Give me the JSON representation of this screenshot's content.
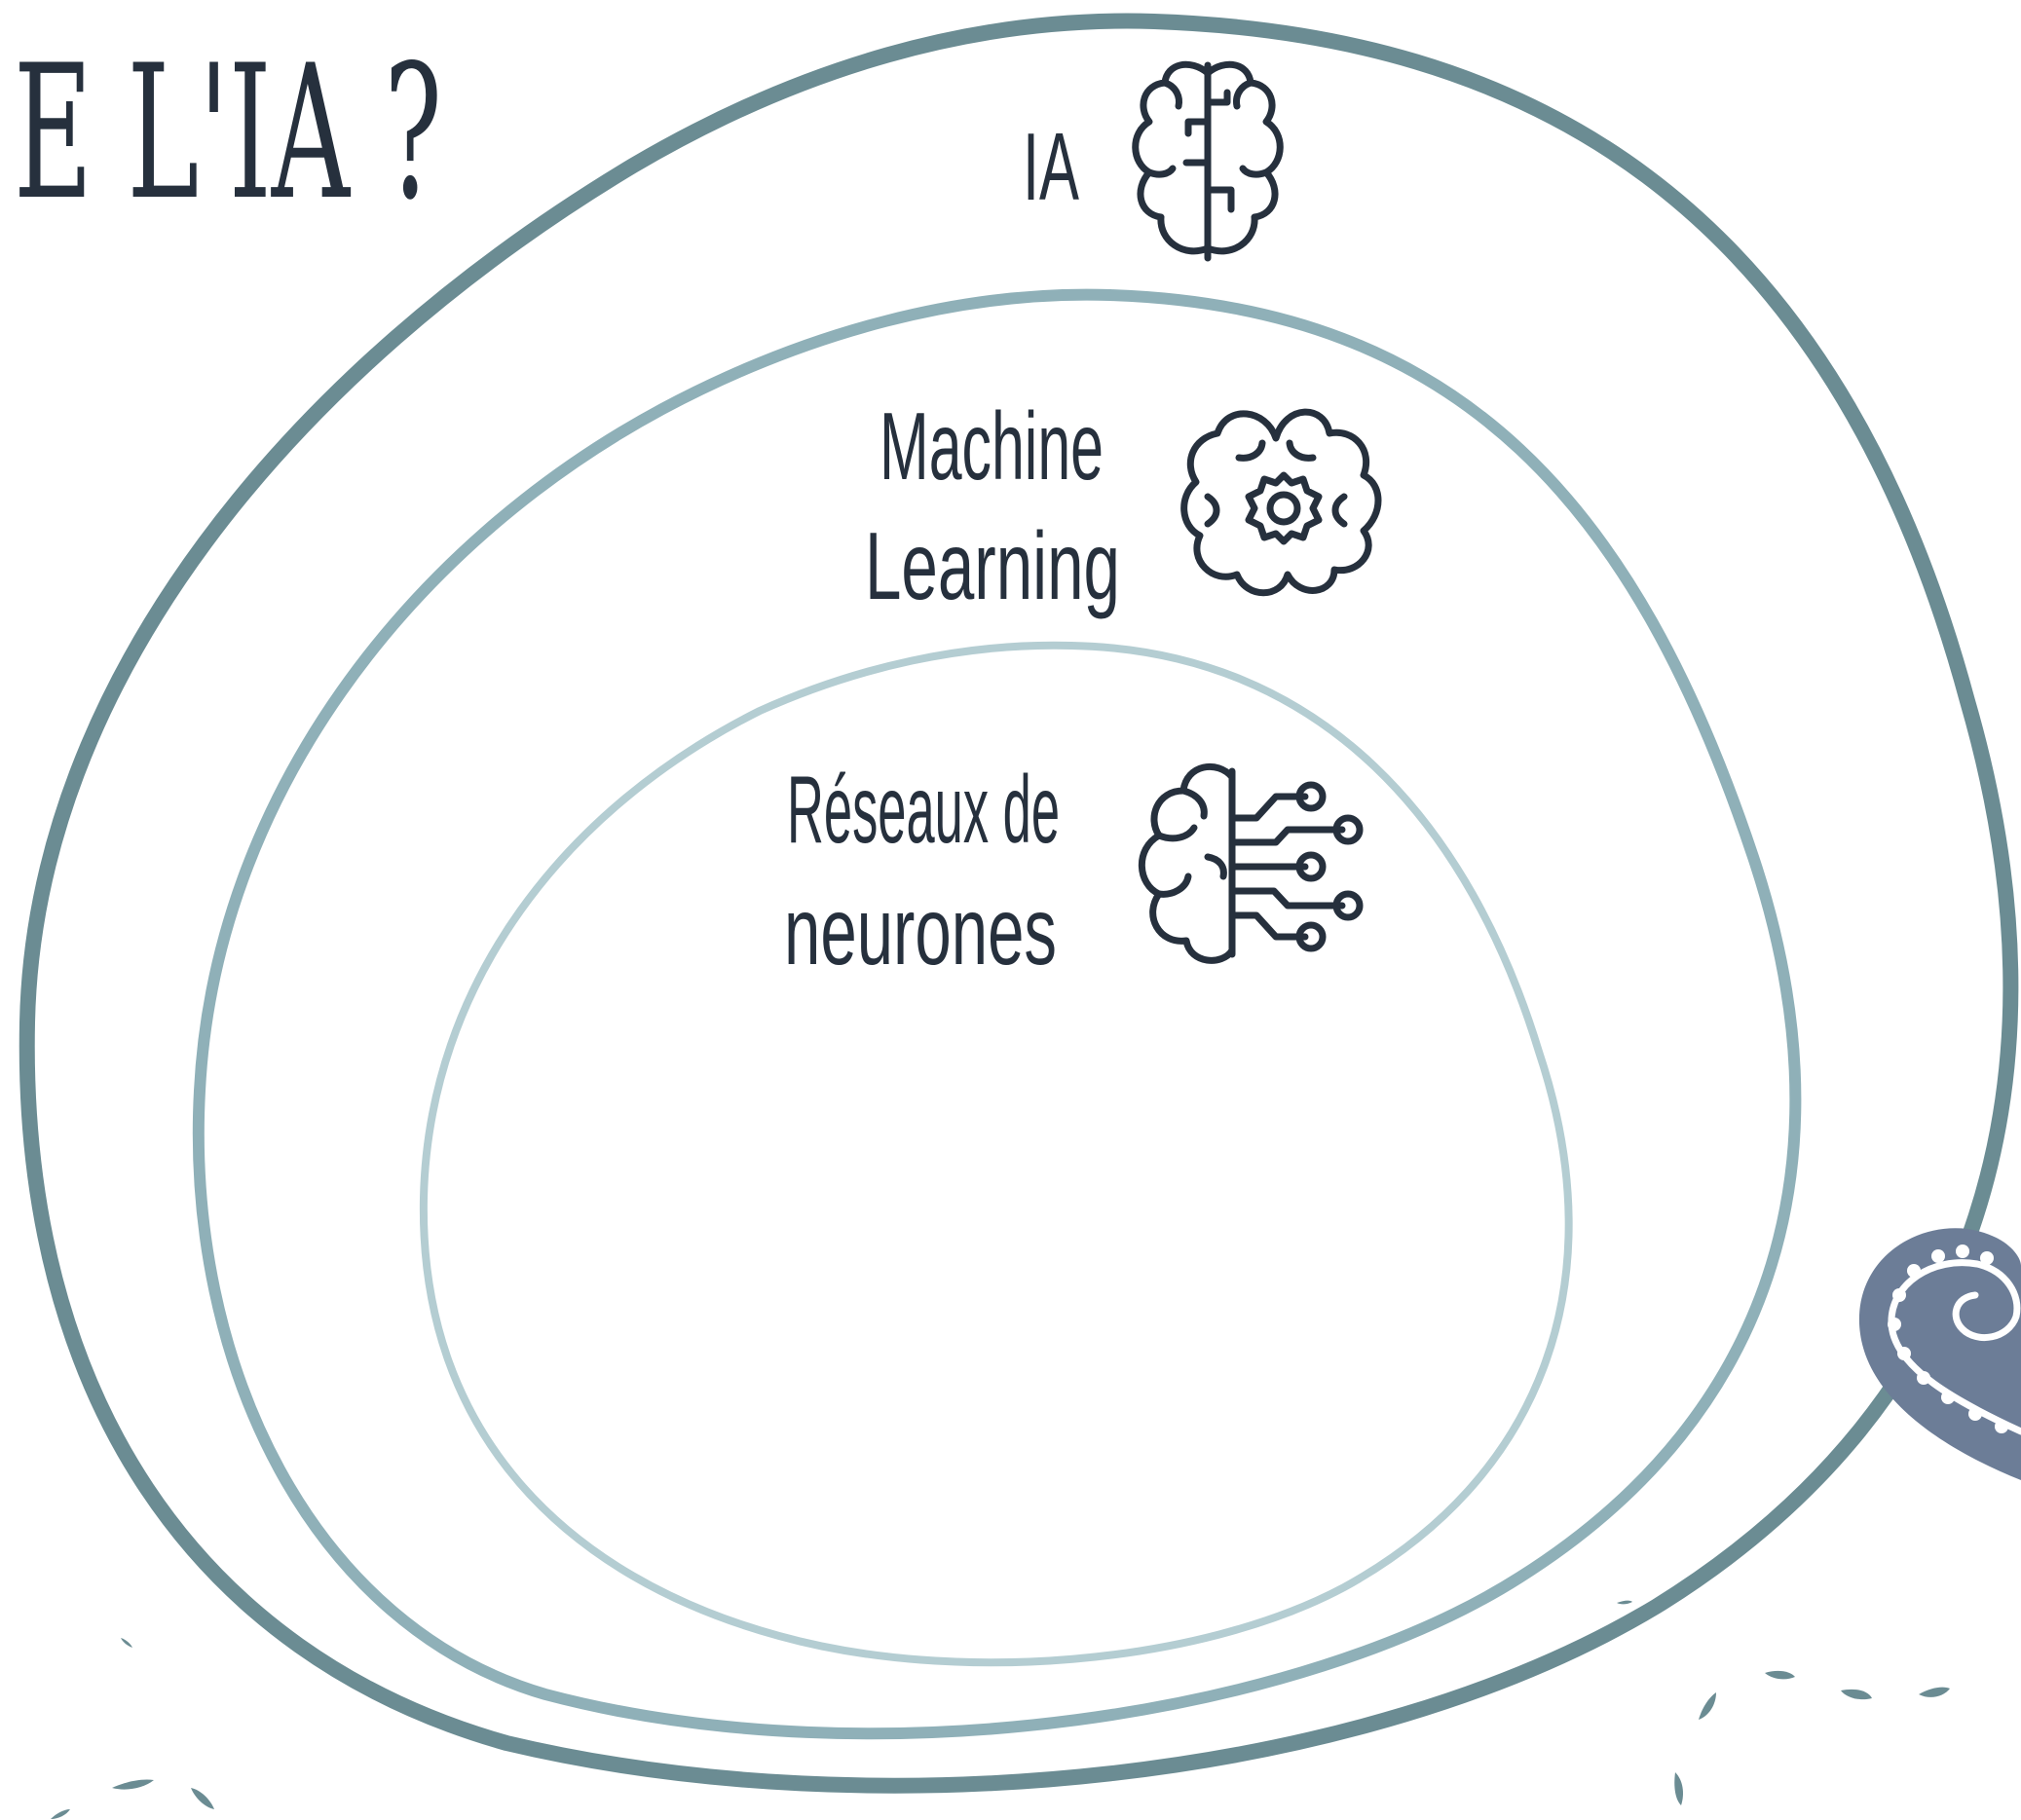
{
  "title": "E L'IA ?",
  "colors": {
    "outer_ring": "#6b8c93",
    "middle_ring": "#8fb0b8",
    "inner_ring": "#b4cdd2",
    "text": "#26303d",
    "tentacle": "#6c7d97"
  },
  "sets": [
    {
      "label": "IA",
      "icon": "brain-icon"
    },
    {
      "label_line1": "Machine",
      "label_line2": "Learning",
      "icon": "brain-gear-icon"
    },
    {
      "label_line1": "Réseaux de",
      "label_line2": "neurones",
      "icon": "brain-circuit-icon"
    }
  ]
}
